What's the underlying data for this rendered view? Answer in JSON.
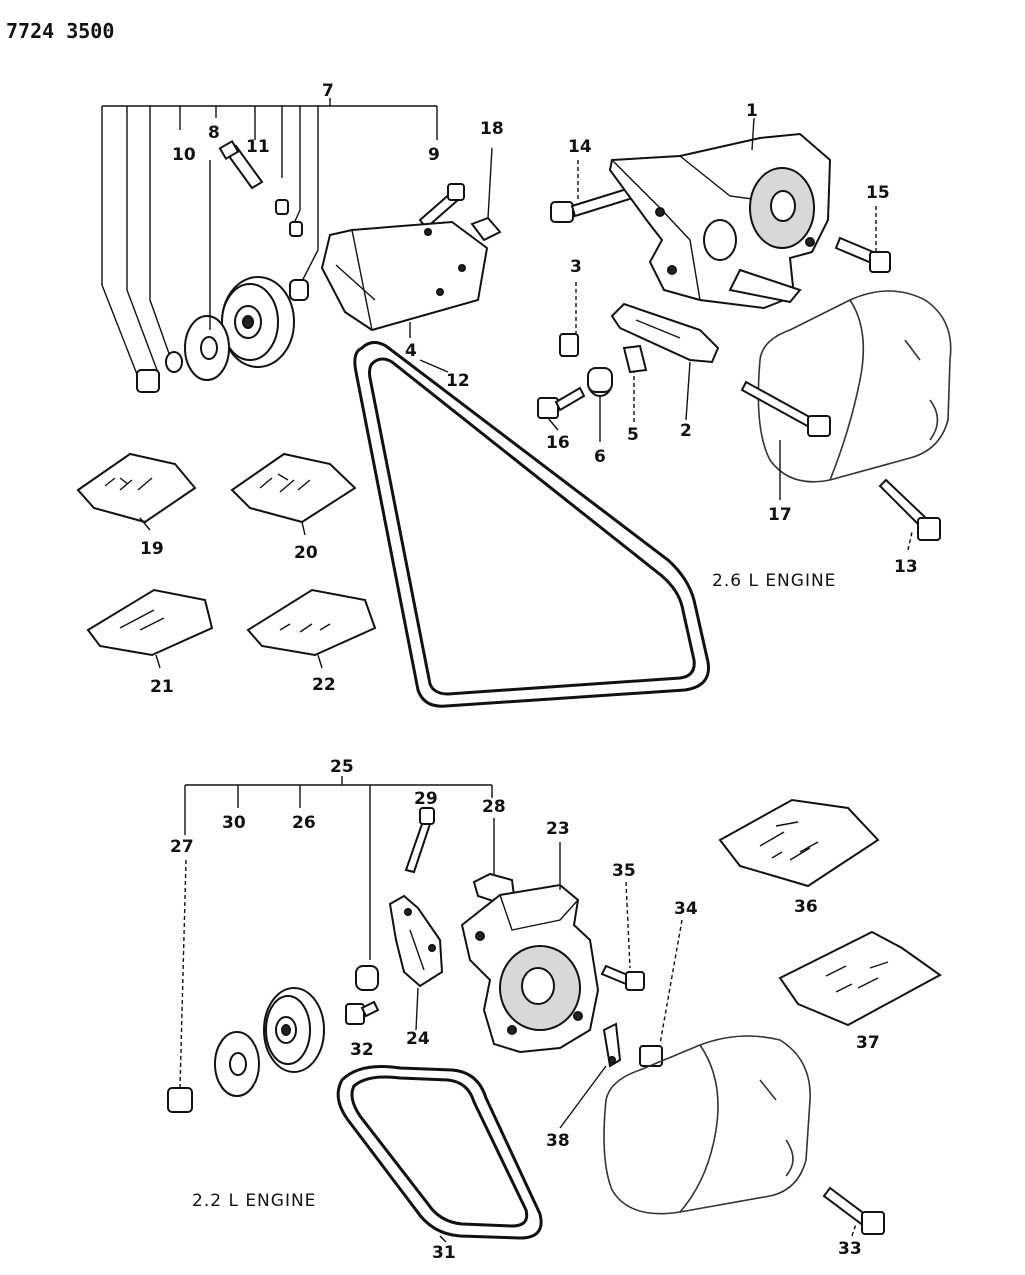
{
  "header": {
    "code": "7724 3500"
  },
  "captions": {
    "engine_26": "2.6 L ENGINE",
    "engine_22": "2.2 L ENGINE"
  },
  "callouts": {
    "c1": "1",
    "c2": "2",
    "c3": "3",
    "c4": "4",
    "c5": "5",
    "c6": "6",
    "c7": "7",
    "c8": "8",
    "c9": "9",
    "c10": "10",
    "c11": "11",
    "c12": "12",
    "c13": "13",
    "c14": "14",
    "c15": "15",
    "c16": "16",
    "c17": "17",
    "c18": "18",
    "c19": "19",
    "c20": "20",
    "c21": "21",
    "c22": "22",
    "c23": "23",
    "c24": "24",
    "c25": "25",
    "c26": "26",
    "c27": "27",
    "c28": "28",
    "c29": "29",
    "c30": "30",
    "c31": "31",
    "c32": "32",
    "c33": "33",
    "c34": "34",
    "c35": "35",
    "c36": "36",
    "c37": "37",
    "c38": "38"
  }
}
